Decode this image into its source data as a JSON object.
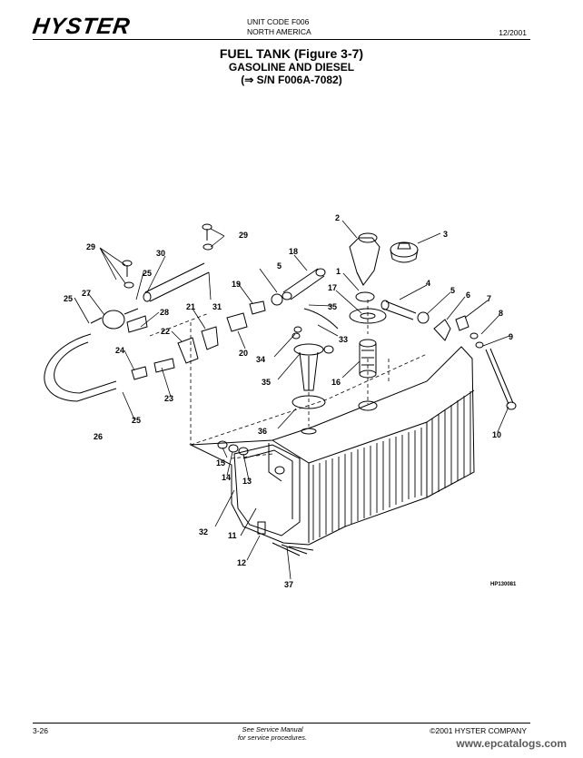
{
  "header": {
    "brand": "HYSTER",
    "unit_code": "UNIT CODE F006",
    "region": "NORTH AMERICA",
    "date": "12/2001"
  },
  "title": {
    "main": "FUEL TANK (Figure 3-7)",
    "sub": "GASOLINE AND DIESEL",
    "serial": "(⇒ S/N F006A-7082)"
  },
  "diagram": {
    "image_code": "HP130081",
    "callouts": [
      "1",
      "2",
      "3",
      "4",
      "5",
      "6",
      "7",
      "8",
      "9",
      "10",
      "11",
      "12",
      "13",
      "14",
      "15",
      "16",
      "17",
      "18",
      "19",
      "20",
      "21",
      "22",
      "23",
      "24",
      "25",
      "26",
      "27",
      "28",
      "29",
      "30",
      "31",
      "32",
      "33",
      "34",
      "35",
      "36",
      "37"
    ]
  },
  "footer": {
    "page": "3-26",
    "note_line1": "See Service Manual",
    "note_line2": "for service procedures.",
    "copyright": "©2001 HYSTER COMPANY"
  },
  "watermark": "www.epcatalogs.com"
}
